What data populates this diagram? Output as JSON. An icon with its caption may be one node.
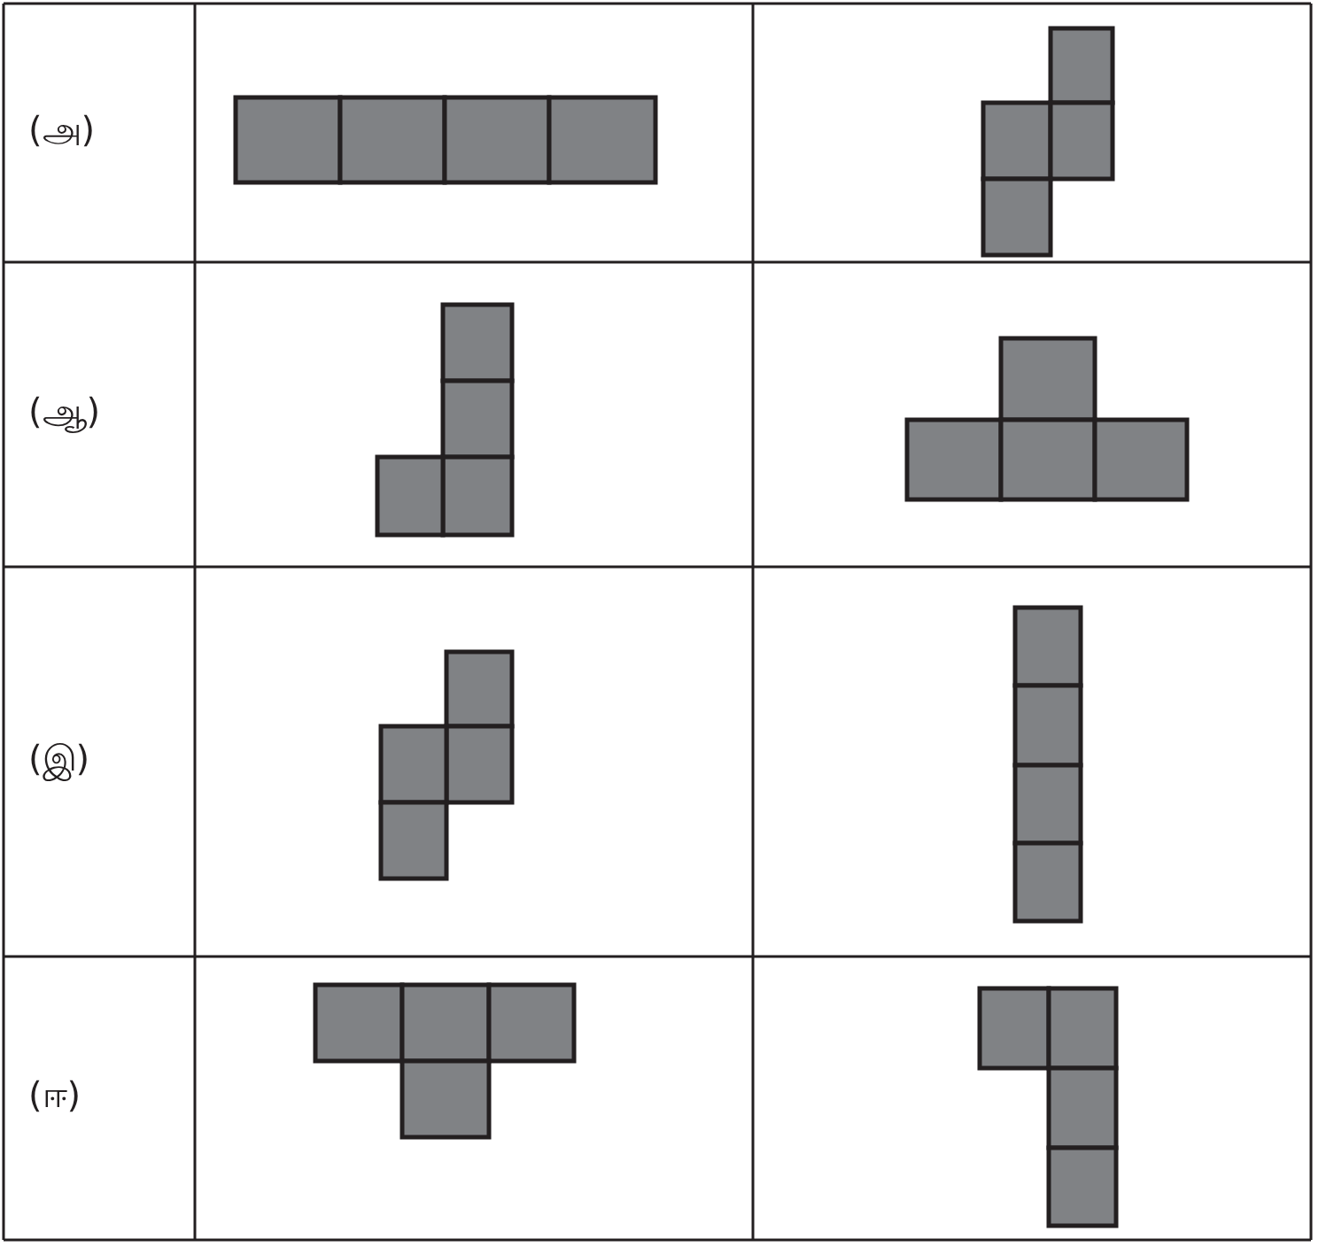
{
  "diagram": {
    "labels": [
      "(அ)",
      "(ஆ)",
      "(இ)",
      "(ஈ)"
    ]
  }
}
